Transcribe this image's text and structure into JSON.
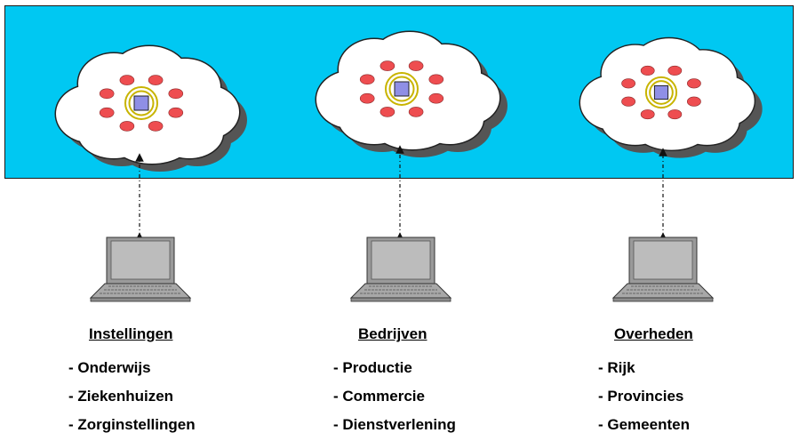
{
  "colors": {
    "band": "#00c8f2",
    "cloud_fill": "#ffffff",
    "cloud_shadow": "#555555",
    "node": "#ee4d50",
    "ring": "#c8b400",
    "center": "#8f8fe6",
    "laptop": "#9a9a9a"
  },
  "groups": [
    {
      "title": "Instellingen",
      "items": [
        "- Onderwijs",
        "- Ziekenhuizen",
        "- Zorginstellingen"
      ]
    },
    {
      "title": "Bedrijven",
      "items": [
        "- Productie",
        "- Commercie",
        "- Dienstverlening"
      ]
    },
    {
      "title": "Overheden",
      "items": [
        "- Rijk",
        "- Provincies",
        "- Gemeenten"
      ]
    }
  ]
}
